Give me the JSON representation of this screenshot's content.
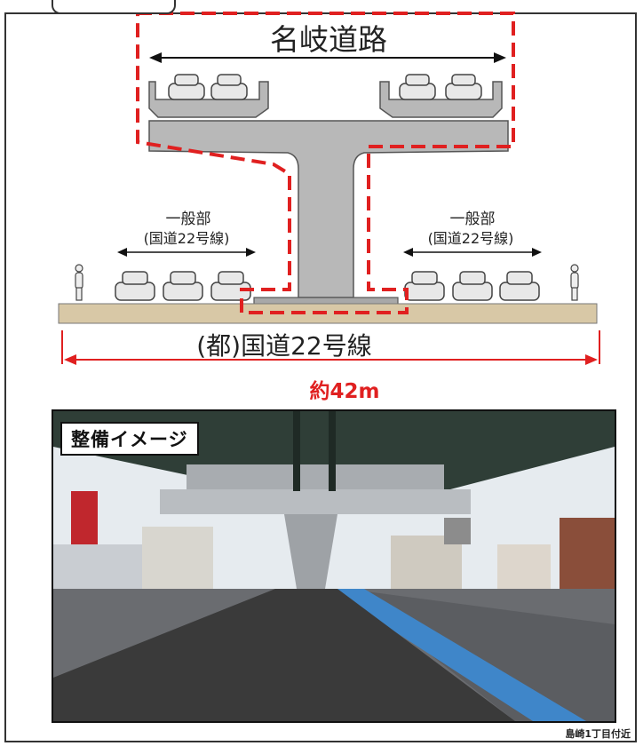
{
  "diagram": {
    "road_name": "名岐道路",
    "lane_left_title": "一般部",
    "lane_left_sub": "(国道22号線)",
    "lane_right_title": "一般部",
    "lane_right_sub": "(国道22号線)",
    "base_road": "(都)国道22号線",
    "width_label": "約42m",
    "colors": {
      "highlight": "#e02020",
      "concrete": "#b8b8b8",
      "ground": "#d8c8a6"
    }
  },
  "photo": {
    "badge": "整備イメージ",
    "caption": "島崎1丁目付近"
  }
}
